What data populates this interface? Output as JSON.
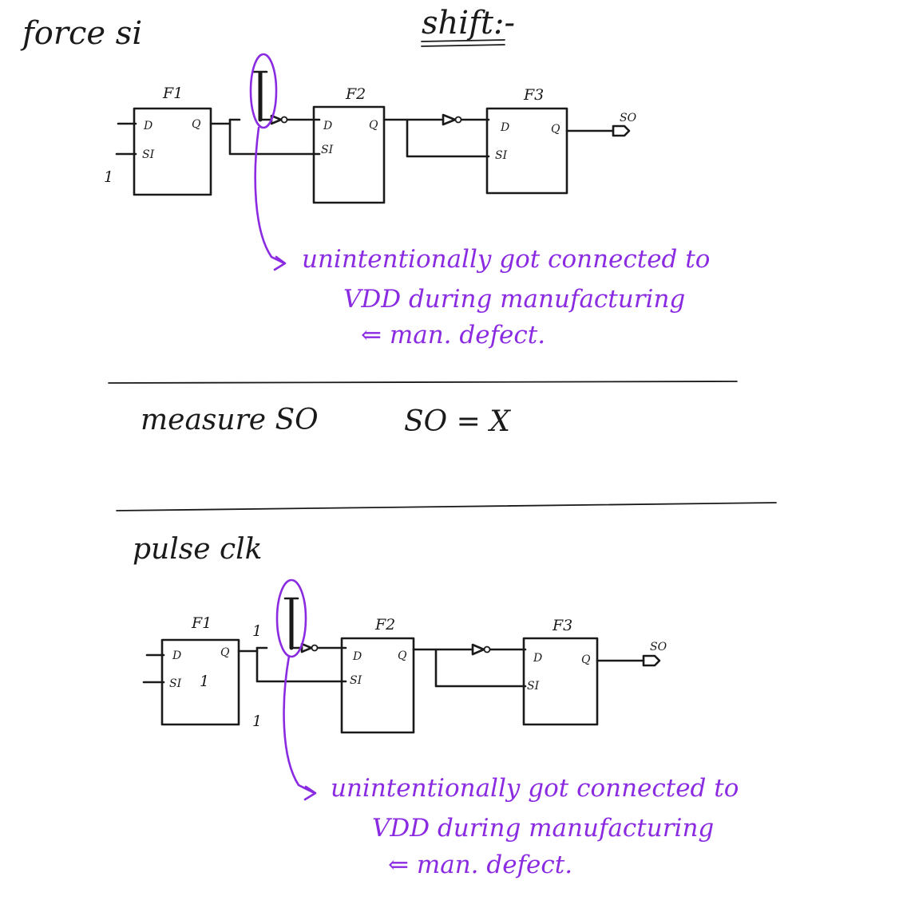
{
  "heading_left": "force si",
  "heading_center": "shift:-",
  "measure_label": "measure SO",
  "measure_result": "SO = X",
  "pulse_label": "pulse clk",
  "flops": [
    "F1",
    "F2",
    "F3"
  ],
  "pins": {
    "d": "D",
    "q": "Q",
    "si": "SI"
  },
  "output_label": "SO",
  "value_one": "1",
  "note": {
    "line1": "unintentionally got connected to",
    "line2": "VDD during manufacturing",
    "line3": "⇐ man. defect."
  },
  "colors": {
    "ink": "#1a1a1a",
    "highlight": "#8a2be2"
  }
}
